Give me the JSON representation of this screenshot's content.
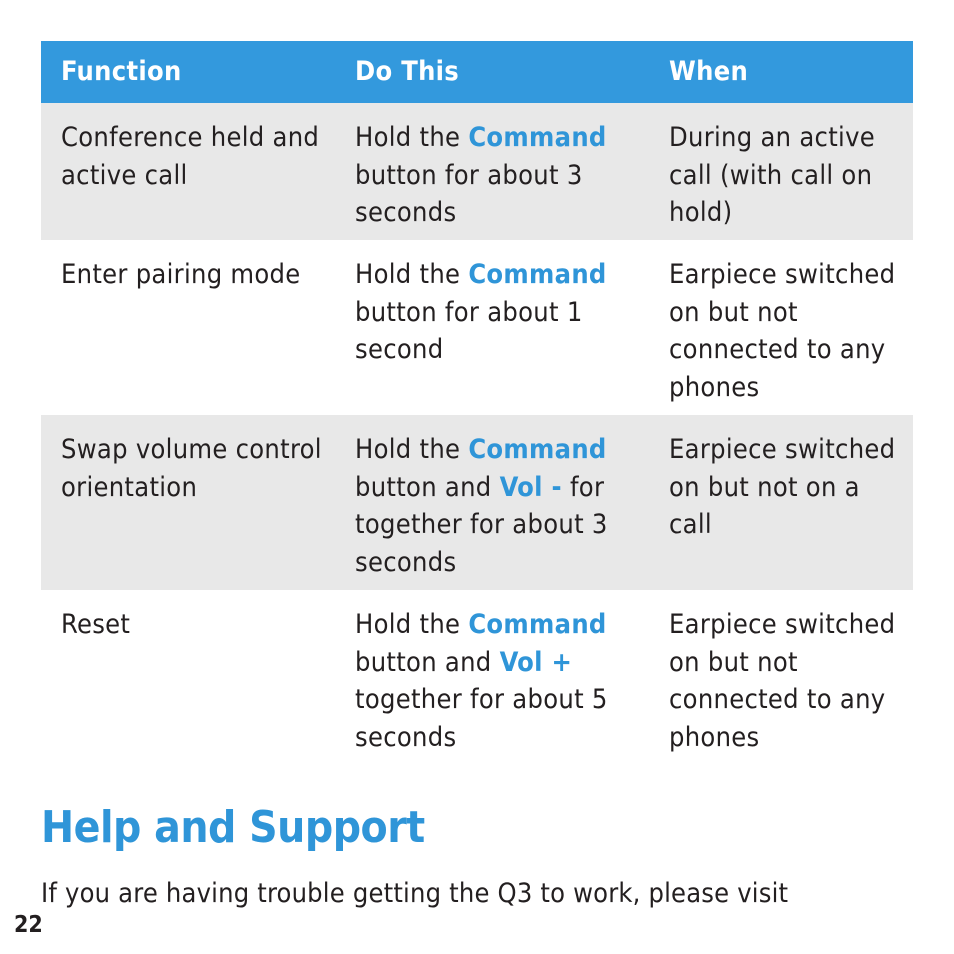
{
  "table": {
    "headers": [
      "Function",
      "Do This",
      "When"
    ],
    "rows": [
      {
        "function": "Conference held and active call",
        "do_this": {
          "pre": "Hold the ",
          "key1": "Command",
          "mid": " button for about 3 seconds",
          "key2": "",
          "post": ""
        },
        "when": "During an active call (with call on hold)"
      },
      {
        "function": "Enter pairing mode",
        "do_this": {
          "pre": "Hold the ",
          "key1": "Command",
          "mid": " button for about 1 second",
          "key2": "",
          "post": ""
        },
        "when": "Earpiece switched on but not connected to any phones"
      },
      {
        "function": "Swap volume control orientation",
        "do_this": {
          "pre": "Hold the ",
          "key1": "Command",
          "mid": " button and ",
          "key2": "Vol -",
          "post": " for together for about 3 seconds"
        },
        "when": "Earpiece switched on but not on a call"
      },
      {
        "function": "Reset",
        "do_this": {
          "pre": "Hold the ",
          "key1": "Command",
          "mid": " button and ",
          "key2": "Vol +",
          "post": " together for about 5 seconds"
        },
        "when": "Earpiece switched on but not connected to any phones"
      }
    ]
  },
  "section": {
    "title": "Help and Support",
    "intro": "If you are having trouble getting the Q3 to work, please visit"
  },
  "page_number": "22",
  "colors": {
    "accent": "#3399dd",
    "row_shade": "#e8e8e8",
    "text": "#231f20"
  }
}
